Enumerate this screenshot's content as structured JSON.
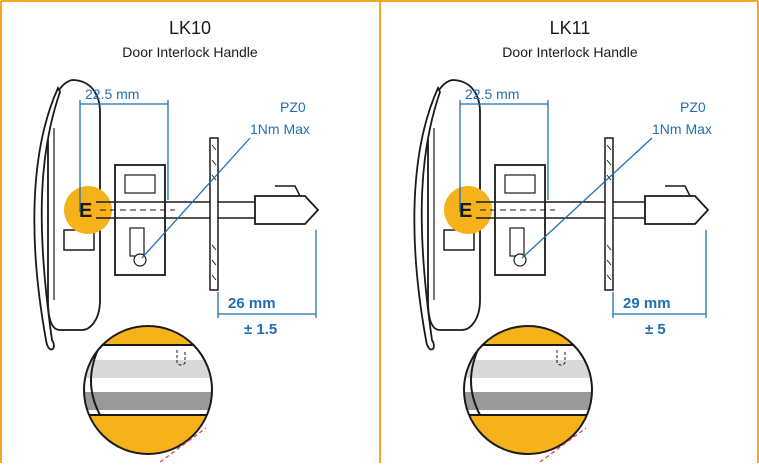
{
  "colors": {
    "frame": "#f5a623",
    "dimension": "#1f6fb2",
    "outline": "#1a1a1a",
    "highlight": "#f5b21a",
    "cut_line": "#e0443a"
  },
  "panels": [
    {
      "title": "LK10",
      "subtitle": "Door Interlock Handle",
      "depth_label": "22.5 mm",
      "screw_type": "PZ0",
      "torque": "1Nm Max",
      "length_value": "26 mm",
      "length_tolerance": "± 1.5",
      "marking": "E"
    },
    {
      "title": "LK11",
      "subtitle": "Door Interlock Handle",
      "depth_label": "22.5 mm",
      "screw_type": "PZ0",
      "torque": "1Nm Max",
      "length_value": "29 mm",
      "length_tolerance": "± 5",
      "marking": "E"
    }
  ]
}
